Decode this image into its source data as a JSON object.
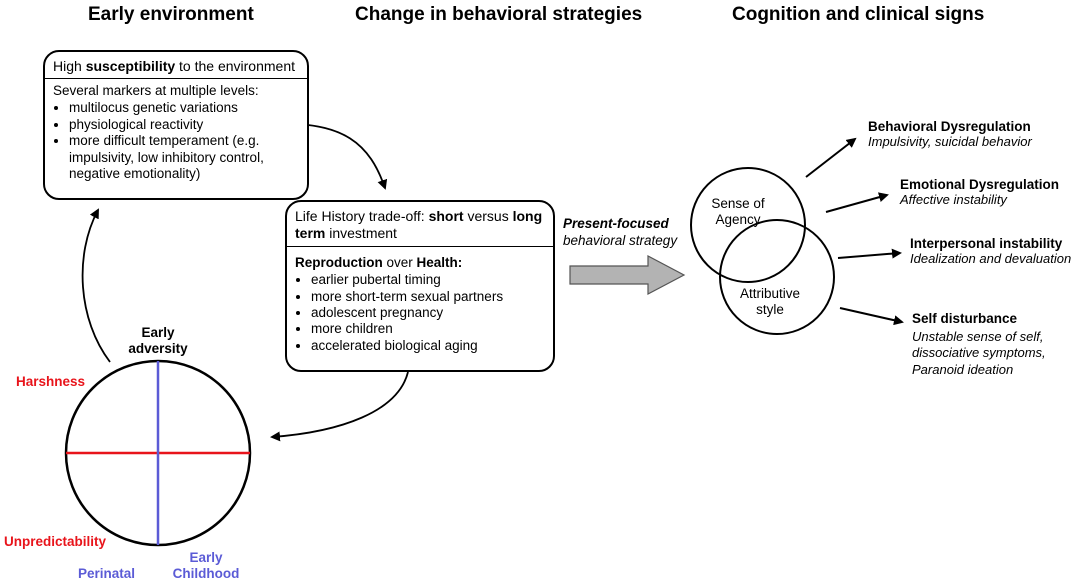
{
  "headers": {
    "early_environment": "Early environment",
    "behavioral_strategies": "Change in behavioral strategies",
    "cognition_signs": "Cognition and clinical signs"
  },
  "susceptibility_box": {
    "head_pre": "High ",
    "head_bold": "susceptibility",
    "head_post": " to the environment",
    "intro": "Several markers at multiple levels:",
    "items": [
      "multilocus genetic variations",
      "physiological reactivity",
      "more difficult temperament (e.g. impulsivity, low inhibitory control, negative emotionality)"
    ]
  },
  "life_history_box": {
    "head_pre": "Life History trade-off: ",
    "head_bold1": "short",
    "head_mid": " versus ",
    "head_bold2": "long term",
    "head_post": " investment",
    "body_bold1": "Reproduction",
    "body_mid": " over ",
    "body_bold2": "Health:",
    "items": [
      "earlier pubertal timing",
      "more short-term sexual partners",
      "adolescent pregnancy",
      "more children",
      "accelerated biological aging"
    ]
  },
  "strategy_label": {
    "line1": "Present-focused",
    "line2": "behavioral strategy"
  },
  "venn": {
    "circle1": "Sense of Agency",
    "circle2": "Attributive style"
  },
  "adversity": {
    "title": "Early adversity",
    "harshness": "Harshness",
    "unpredictability": "Unpredictability",
    "perinatal": "Perinatal",
    "early_childhood": "Early Childhood"
  },
  "clinical_signs": [
    {
      "title": "Behavioral Dysregulation",
      "desc": "Impulsivity, suicidal behavior"
    },
    {
      "title": "Emotional Dysregulation",
      "desc": "Affective instability"
    },
    {
      "title": "Interpersonal instability",
      "desc": "Idealization and devaluation"
    },
    {
      "title": "Self disturbance",
      "desc": "Unstable sense of self, dissociative symptoms, Paranoid ideation"
    }
  ],
  "colors": {
    "harshness": "#e8141b",
    "timing": "#5b5bd6",
    "arrow_fill": "#b3b3b3"
  }
}
